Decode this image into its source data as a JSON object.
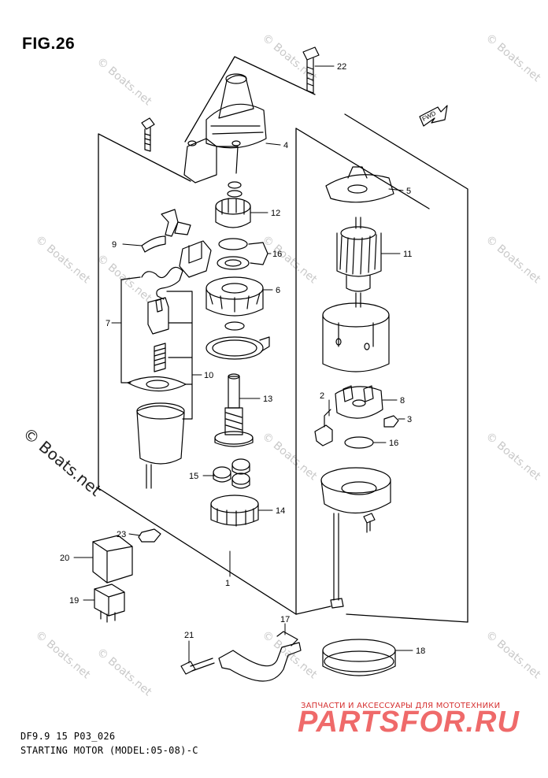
{
  "figure": {
    "title": "FIG.26",
    "code": "DF9.9 15 P03_026",
    "caption": "STARTING MOTOR (MODEL:05-08)-C",
    "fwd_label": "FWD"
  },
  "callouts": [
    "1",
    "2",
    "3",
    "4",
    "5",
    "6",
    "7",
    "8",
    "9",
    "10",
    "11",
    "12",
    "13",
    "14",
    "15",
    "16",
    "16",
    "17",
    "18",
    "19",
    "20",
    "21",
    "22",
    "23"
  ],
  "watermark": {
    "small": "© Boats.net",
    "large": "© Boats.net"
  },
  "branding": {
    "subtitle": "ЗАПЧАСТИ И АКСЕССУАРЫ ДЛЯ МОТОТЕХНИКИ",
    "logo": "PARTSFOR.RU",
    "logo_color": "#ef6a6a",
    "subtitle_color": "#d63232"
  }
}
